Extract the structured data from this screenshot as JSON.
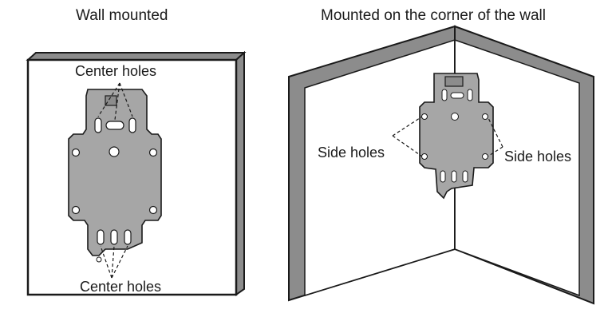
{
  "left_panel": {
    "title": "Wall mounted",
    "callouts": {
      "top": "Center holes",
      "bottom": "Center holes"
    }
  },
  "right_panel": {
    "title": "Mounted on the corner of the wall",
    "callouts": {
      "left": "Side holes",
      "right": "Side holes"
    }
  },
  "colors": {
    "bracket_fill": "#a6a6a6",
    "wall_edge": "#8c8c8c",
    "outline": "#1a1a1a",
    "background": "#ffffff"
  }
}
